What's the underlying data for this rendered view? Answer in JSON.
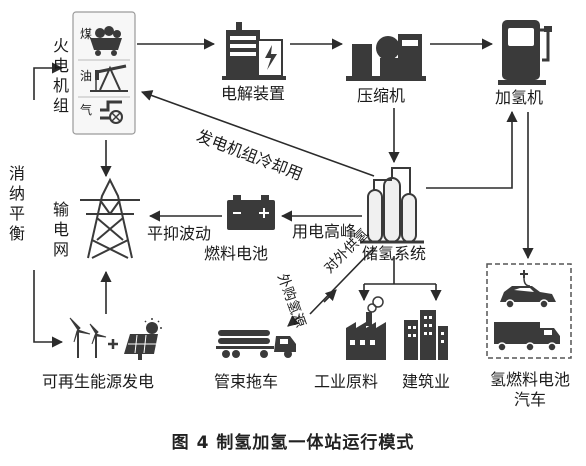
{
  "caption": "图 4   制氢加氢一体站运行模式",
  "nodes": {
    "thermal_unit": "火电机组",
    "thermal_sources": {
      "coal": "煤",
      "oil": "油",
      "gas": "气"
    },
    "electrolyzer": "电解装置",
    "compressor": "压缩机",
    "refueler": "加氢机",
    "grid": "输电网",
    "fuel_cell": "燃料电池",
    "storage": "储氢系统",
    "renewable": "可再生能源发电",
    "tube_trailer": "管束拖车",
    "industrial": "工业原料",
    "building": "建筑业",
    "fcv": "氢燃料电池汽车"
  },
  "edge_labels": {
    "cooling": "发电机组冷却用",
    "consumption": "消纳平衡",
    "peak": "用电高峰",
    "smoothing": "平抑波动",
    "external_supply": "对外供氢",
    "external_source": "外购氢源"
  },
  "colors": {
    "line": "#2b2b2b",
    "icon": "#3a3a3a",
    "dashed_box": "#555555"
  }
}
